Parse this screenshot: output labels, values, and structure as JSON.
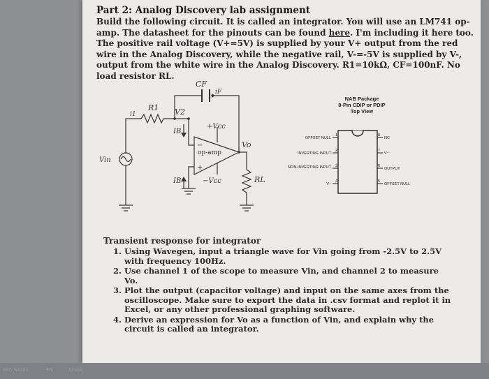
{
  "document": {
    "title": "Part 2: Analog Discovery lab assignment",
    "intro_before_link": "Build the following circuit. It is called an integrator. You will use an LM741 op-amp. The datasheet for the pinouts can be found ",
    "intro_link": "here",
    "intro_after_link": ". I'm including it here too. The positive rail voltage (V+=5V) is supplied by your V+ output from the red wire in the Analog Discovery, while the negative rail, V-=-5V is supplied by V-, output from the white wire in the Analog Discovery. R1=10kΩ, CF=100nF. No load resistor RL."
  },
  "circuit": {
    "cf": "CF",
    "if": "iF",
    "r1": "R1",
    "i1": "i1",
    "v2": "V2",
    "ib_top": "IB",
    "vcc_pos": "+Vcc",
    "opamp": "op-amp",
    "minus": "−",
    "plus": "+",
    "vo": "Vo",
    "ib_bottom": "IB",
    "vcc_neg": "−Vcc",
    "rl": "RL",
    "vin": "Vin"
  },
  "chip": {
    "heading": [
      "NAB Package",
      "8-Pin CDIP or PDIP",
      "Top View"
    ],
    "left_pins": [
      {
        "label": "OFFSET NULL",
        "num": "1"
      },
      {
        "label": "INVERTING INPUT",
        "num": "2"
      },
      {
        "label": "NON-INVERTING INPUT",
        "num": "3"
      },
      {
        "label": "V⁻",
        "num": "4"
      }
    ],
    "right_pins": [
      {
        "label": "NC",
        "num": "8"
      },
      {
        "label": "V⁺",
        "num": "7"
      },
      {
        "label": "OUTPUT",
        "num": "6"
      },
      {
        "label": "OFFSET NULL",
        "num": "5"
      }
    ]
  },
  "section": {
    "heading": "Transient response for integrator",
    "items": [
      "Using Wavegen, input a triangle wave for Vin going from -2.5V to 2.5V with frequency 100Hz.",
      "Use channel 1 of the scope to measure Vin, and channel 2 to measure Vo.",
      "Plot the output (capacitor voltage) and input on the same axes from the oscilloscope. Make sure to export the data in .csv format and replot it in Excel, or any other professional graphing software.",
      "Derive an expression for Vo as a function of Vin, and explain why the circuit is called an integrator."
    ]
  },
  "taskbar": {
    "items": [
      "445 words",
      "EN",
      "Arabic"
    ]
  }
}
